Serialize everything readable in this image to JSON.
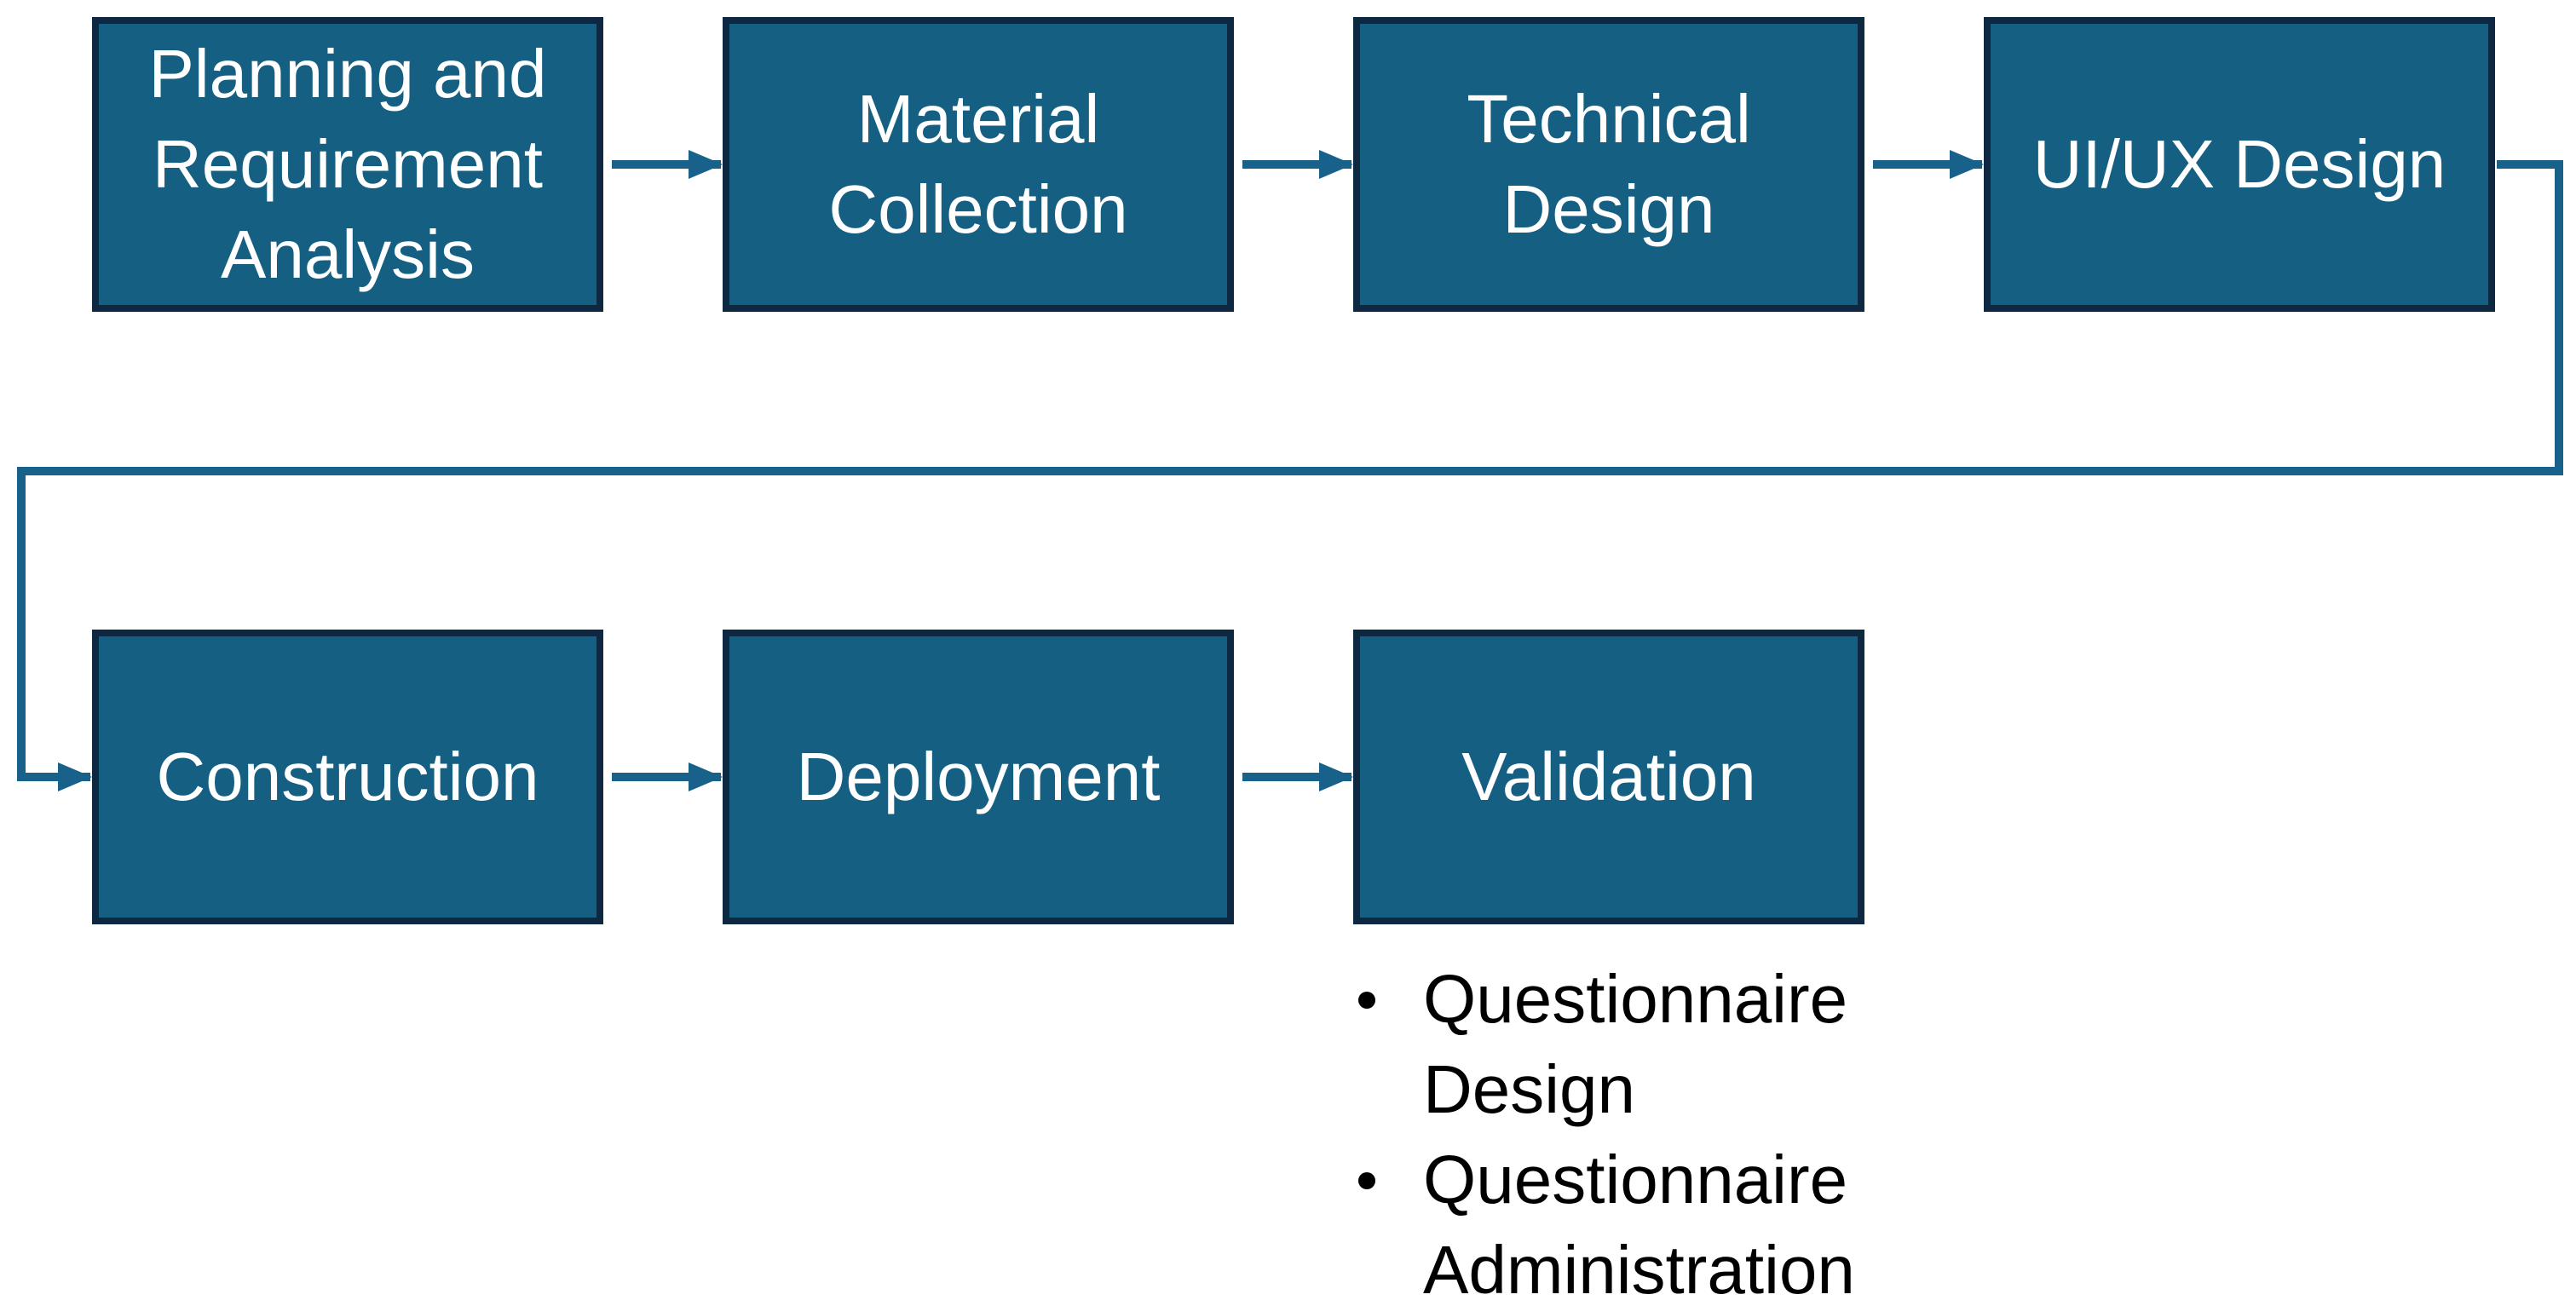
{
  "diagram": {
    "colors": {
      "box_fill": "#156082",
      "box_border": "#0E2841",
      "connector": "#17618A",
      "box_text": "#FFFFFF",
      "note_text": "#000000",
      "canvas_bg": "#FFFFFF"
    },
    "nodes": [
      {
        "id": "planning",
        "label": "Planning and Requirement Analysis"
      },
      {
        "id": "material",
        "label": "Material Collection"
      },
      {
        "id": "technical",
        "label": "Technical Design"
      },
      {
        "id": "uiux",
        "label": "UI/UX Design"
      },
      {
        "id": "construction",
        "label": "Construction"
      },
      {
        "id": "deployment",
        "label": "Deployment"
      },
      {
        "id": "validation",
        "label": "Validation"
      }
    ],
    "edges": [
      {
        "from": "planning",
        "to": "material"
      },
      {
        "from": "material",
        "to": "technical"
      },
      {
        "from": "technical",
        "to": "uiux"
      },
      {
        "from": "uiux",
        "to": "construction"
      },
      {
        "from": "construction",
        "to": "deployment"
      },
      {
        "from": "deployment",
        "to": "validation"
      }
    ],
    "validation_notes": [
      "Questionnaire Design",
      "Questionnaire Administration"
    ]
  }
}
